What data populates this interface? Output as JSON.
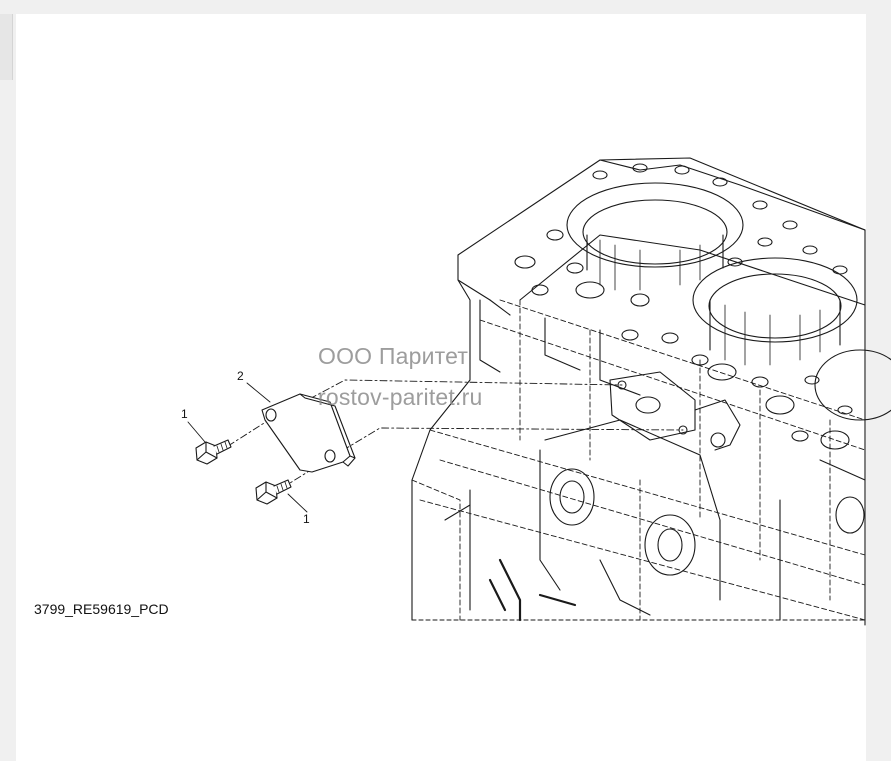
{
  "watermark": {
    "line1": "ООО Паритет",
    "line2": "rostov-paritet.ru"
  },
  "diagram": {
    "code": "3799_RE59619_PCD",
    "callouts": {
      "bolt_upper": "1",
      "plate": "2",
      "bolt_lower": "1"
    }
  }
}
